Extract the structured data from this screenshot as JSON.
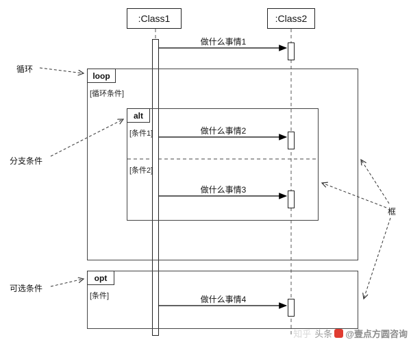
{
  "diagram": {
    "classes": [
      {
        "name": ":Class1"
      },
      {
        "name": ":Class2"
      }
    ],
    "fragments": {
      "loop": {
        "label": "loop",
        "guard": "[循环条件]"
      },
      "alt": {
        "label": "alt",
        "guard1": "[条件1]",
        "guard2": "[条件2]"
      },
      "opt": {
        "label": "opt",
        "guard": "[条件]"
      }
    },
    "messages": [
      {
        "label": "做什么事情1"
      },
      {
        "label": "做什么事情2"
      },
      {
        "label": "做什么事情3"
      },
      {
        "label": "做什么事情4"
      }
    ],
    "annotations": {
      "loop_note": "循环",
      "alt_note": "分支条件",
      "opt_note": "可选条件",
      "frame_note": "框"
    },
    "watermark": {
      "ghost": "知乎",
      "source": "头条",
      "handle": "@壹点方圆咨询"
    }
  }
}
